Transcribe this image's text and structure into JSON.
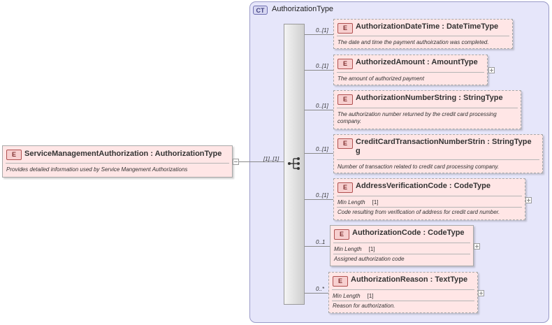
{
  "complex_type": {
    "badge": "CT",
    "name": "AuthorizationType"
  },
  "root": {
    "badge": "E",
    "name": "ServiceManagementAuthorization",
    "type": "AuthorizationType",
    "doc": "Provides detailed information used by Service Mangement Authorizations",
    "cardinality": "[1]..[1]"
  },
  "children": [
    {
      "badge": "E",
      "name": "AuthorizationDateTime",
      "type": "DateTimeType",
      "cardinality": "0..[1]",
      "doc": "The date and time the payment authoirzation was completed."
    },
    {
      "badge": "E",
      "name": "AuthorizedAmount",
      "type": "AmountType",
      "cardinality": "0..[1]",
      "doc": "The amount of authorized payment"
    },
    {
      "badge": "E",
      "name": "AuthorizationNumberString",
      "type": "StringType",
      "cardinality": "0..[1]",
      "doc": "The authorization number returned by the credit card processing company."
    },
    {
      "badge": "E",
      "name": "CreditCardTransactionNumberStrin",
      "name_cont": "g",
      "type": "StringType",
      "cardinality": "0..[1]",
      "doc": "Number of transaction related to credit card processing company."
    },
    {
      "badge": "E",
      "name": "AddressVerificationCode",
      "type": "CodeType",
      "cardinality": "0..[1]",
      "facet_label": "Min Length",
      "facet_value": "[1]",
      "doc": "Code resulting from verification of address for credit card number."
    },
    {
      "badge": "E",
      "name": "AuthorizationCode",
      "type": "CodeType",
      "cardinality": "0..1",
      "facet_label": "Min Length",
      "facet_value": "[1]",
      "doc": "Assigned authorization code"
    },
    {
      "badge": "E",
      "name": "AuthorizationReason",
      "type": "TextType",
      "cardinality": "0..*",
      "facet_label": "Min Length",
      "facet_value": "[1]",
      "doc": "Reason for authorization."
    }
  ]
}
